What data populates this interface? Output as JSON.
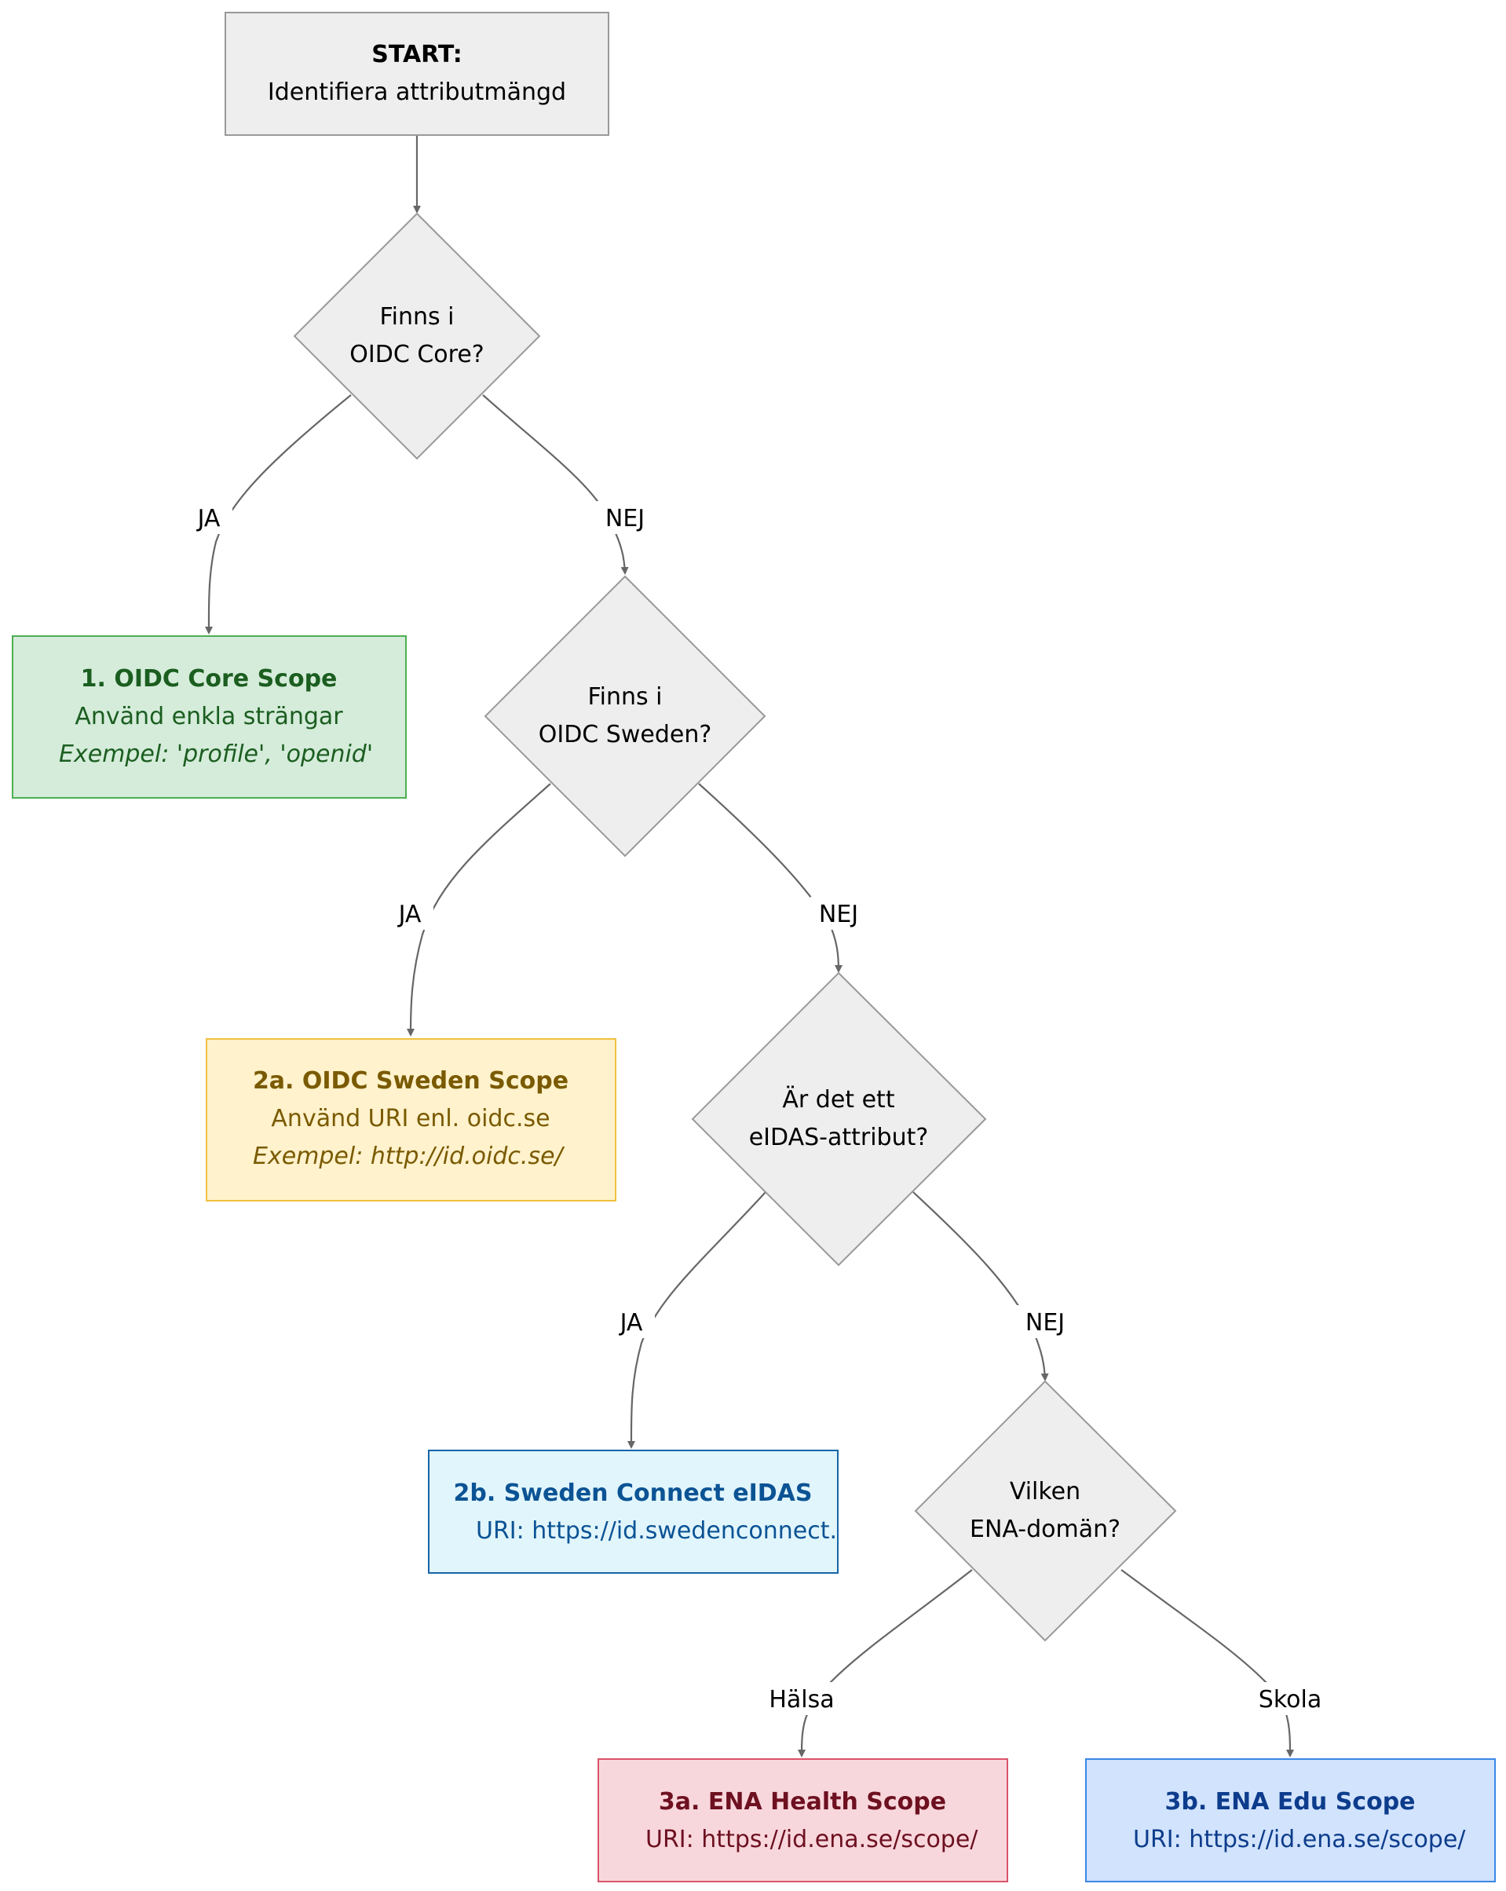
{
  "nodes": {
    "start": {
      "title": "START:",
      "text": "Identifiera attributmängd"
    },
    "d_core": {
      "line1": "Finns i",
      "line2": "OIDC Core?"
    },
    "d_sweden": {
      "line1": "Finns i",
      "line2": "OIDC Sweden?"
    },
    "d_eidas": {
      "line1": "Är det ett",
      "line2": "eIDAS-attribut?"
    },
    "d_ena": {
      "line1": "Vilken",
      "line2": "ENA-domän?"
    },
    "core_scope": {
      "title": "1. OIDC Core Scope",
      "line1": "Använd enkla strängar",
      "line2": "Exempel: 'profile', 'openid'"
    },
    "sweden_scope": {
      "title": "2a. OIDC Sweden Scope",
      "line1": "Använd URI enl. oidc.se",
      "line2": "Exempel: http://id.oidc.se/"
    },
    "eidas_scope": {
      "title": "2b. Sweden Connect eIDAS",
      "line1": "URI: https://id.swedenconnect.se/"
    },
    "health_scope": {
      "title": "3a. ENA Health Scope",
      "line1": "URI: https://id.ena.se/scope/"
    },
    "edu_scope": {
      "title": "3b. ENA Edu Scope",
      "line1": "URI: https://id.ena.se/scope/"
    }
  },
  "edges": {
    "core_yes": "JA",
    "core_no": "NEJ",
    "sweden_yes": "JA",
    "sweden_no": "NEJ",
    "eidas_yes": "JA",
    "eidas_no": "NEJ",
    "ena_health": "Hälsa",
    "ena_edu": "Skola"
  },
  "colors": {
    "neutral_fill": "#eeeeee",
    "neutral_stroke": "#999999",
    "green_fill": "#d5ecda",
    "green_stroke": "#4caf50",
    "green_text": "#1b5e20",
    "yellow_fill": "#fff2cc",
    "yellow_stroke": "#f0c040",
    "yellow_text": "#7a5a00",
    "cyan_fill": "#e1f5fc",
    "cyan_stroke": "#1565a8",
    "cyan_text": "#0b5394",
    "red_fill": "#f8d7dc",
    "red_stroke": "#d9546a",
    "red_text": "#6d1020",
    "blue_fill": "#d1e3fd",
    "blue_stroke": "#3b87e6",
    "blue_text": "#0d3c8c",
    "edge": "#666666"
  }
}
